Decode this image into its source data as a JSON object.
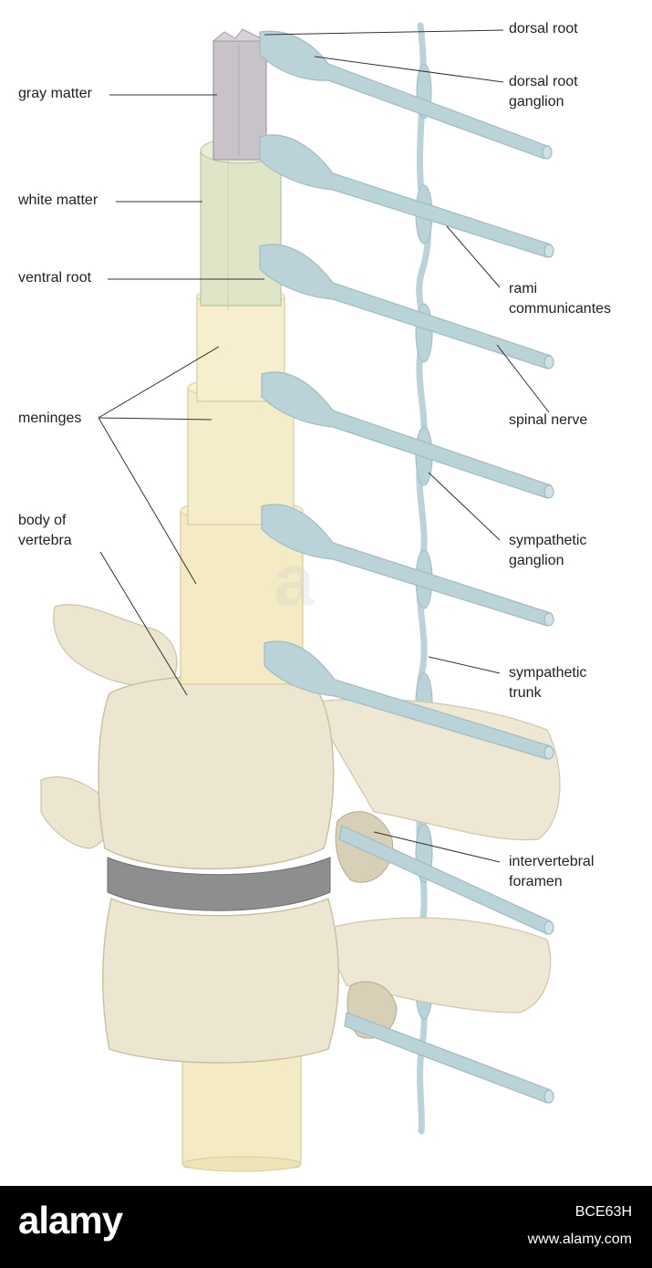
{
  "labels": {
    "gray_matter": "gray matter",
    "white_matter": "white matter",
    "ventral_root": "ventral root",
    "meninges": "meninges",
    "body_of_vertebra_1": "body of",
    "body_of_vertebra_2": "vertebra",
    "dorsal_root": "dorsal root",
    "dorsal_root_ganglion_1": "dorsal root",
    "dorsal_root_ganglion_2": "ganglion",
    "rami_communicantes_1": "rami",
    "rami_communicantes_2": "communicantes",
    "spinal_nerve": "spinal nerve",
    "sympathetic_ganglion_1": "sympathetic",
    "sympathetic_ganglion_2": "ganglion",
    "sympathetic_trunk_1": "sympathetic",
    "sympathetic_trunk_2": "trunk",
    "intervertebral_foramen_1": "intervertebral",
    "intervertebral_foramen_2": "foramen"
  },
  "watermark": "a",
  "footer": {
    "logo": "alamy",
    "image_id": "BCE63H",
    "url": "www.alamy.com"
  },
  "colors": {
    "gray_matter": "#c9c3c9",
    "white_matter": "#dfe6c8",
    "meninges": "#f4ebc4",
    "bone": "#ece6d0",
    "disc": "#8e8e8e",
    "nerve": "#b9d3d8",
    "nerve_outline": "#9fbcc3"
  }
}
